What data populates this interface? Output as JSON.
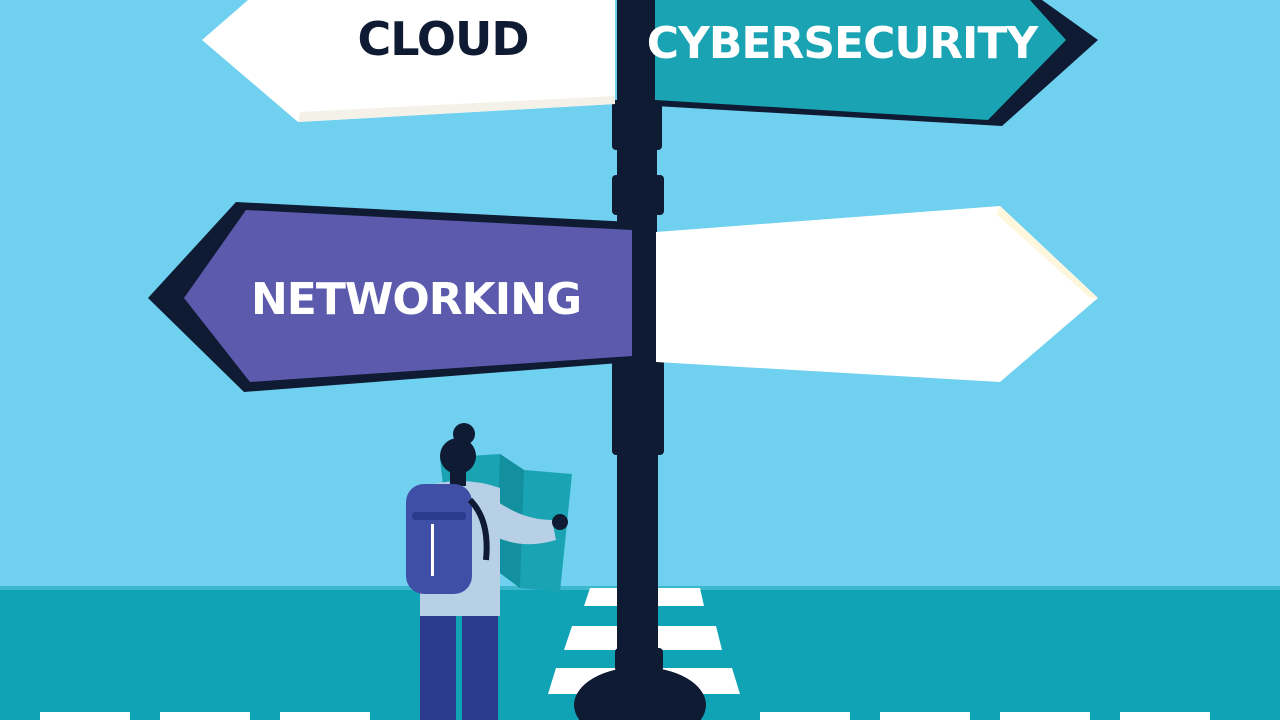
{
  "signs": {
    "cloud": {
      "label": "CLOUD"
    },
    "cybersecurity": {
      "label": "CYBERSECURITY"
    },
    "networking": {
      "label": "NETWORKING"
    },
    "blank": {
      "label": ""
    }
  },
  "colors": {
    "sky": "#6fd0ef",
    "ground": "#0fa3b5",
    "pole": "#0e1b33",
    "sign_white": "#ffffff",
    "sign_teal": "#1aa3b2",
    "sign_purple": "#5b5aad",
    "text_dark": "#0e1b33",
    "text_light": "#ffffff",
    "backpack": "#3f4fa6",
    "shirt": "#b8d0e6",
    "pants": "#2b3a8c",
    "map": "#1aa3b2"
  }
}
